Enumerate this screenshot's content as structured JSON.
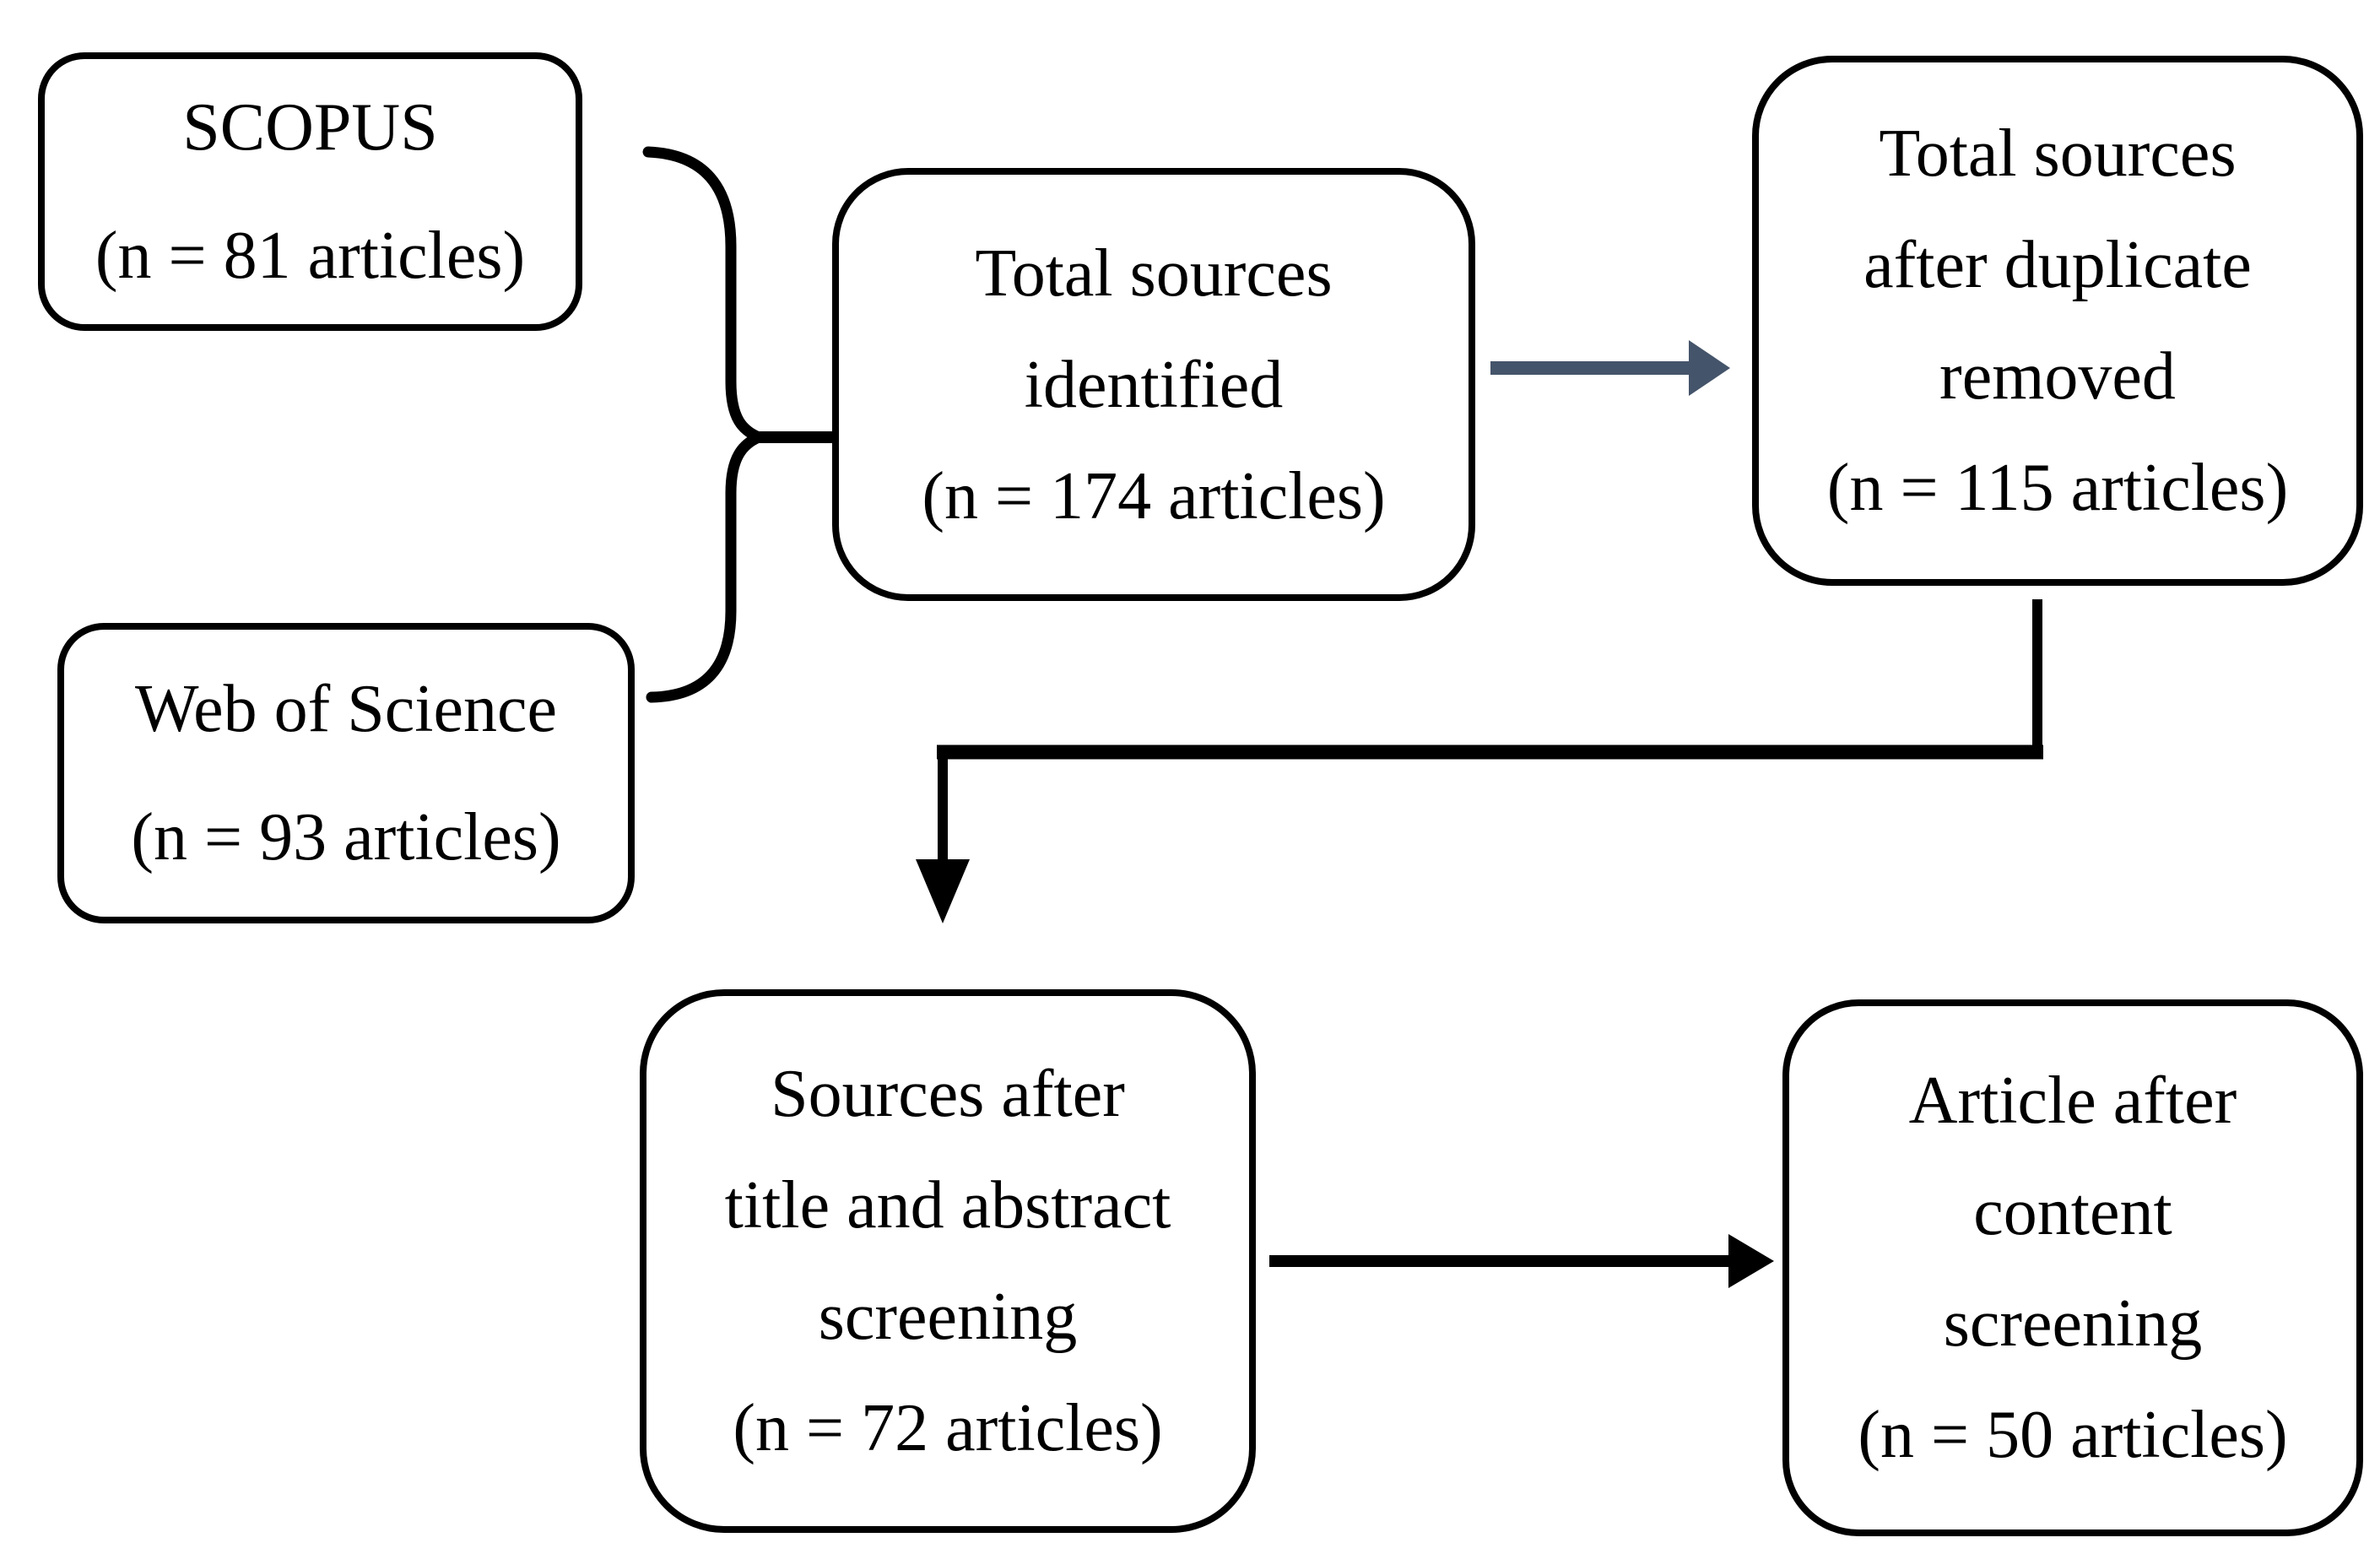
{
  "figure": {
    "kind": "literature-screening-flow-diagram"
  },
  "colors": {
    "background": "#ffffff",
    "ink": "#000000",
    "box_border": "#000000",
    "text": "#000000",
    "accent_arrow": "#44546A"
  },
  "boxes": {
    "scopus": {
      "line1": "SCOPUS",
      "line2": "(n = 81 articles)"
    },
    "web_of_science": {
      "line1": "Web of Science",
      "line2": "(n = 93 articles)"
    },
    "identified": {
      "line1": "Total sources",
      "line2": "identified",
      "line3": "(n = 174 articles)"
    },
    "deduplicated": {
      "line1": "Total sources",
      "line2": "after duplicate",
      "line3": "removed",
      "line4": "(n = 115 articles)"
    },
    "title_abstract_screening": {
      "line1": "Sources after",
      "line2": "title and abstract",
      "line3": "screening",
      "line4": "(n = 72 articles)"
    },
    "content_screening": {
      "line1": "Article after",
      "line2": "content",
      "line3": "screening",
      "line4": "(n = 50 articles)"
    }
  }
}
